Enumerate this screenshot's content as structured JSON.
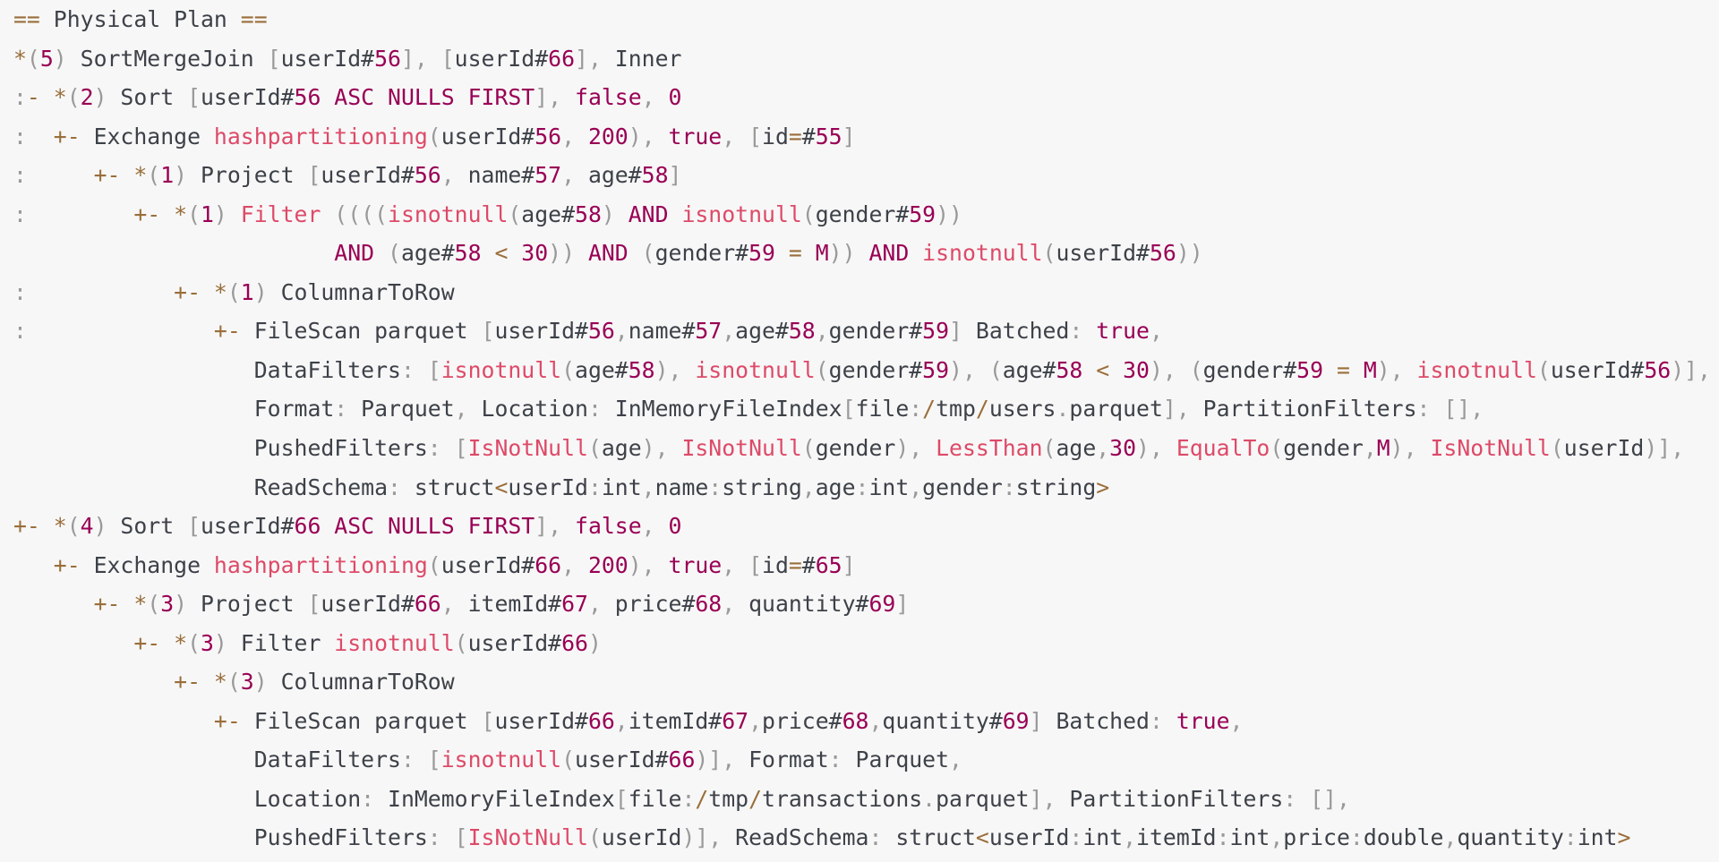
{
  "plan": {
    "lines": [
      "== Physical Plan ==",
      "*(5) SortMergeJoin [userId#56], [userId#66], Inner",
      ":- *(2) Sort [userId#56 ASC NULLS FIRST], false, 0",
      ":  +- Exchange hashpartitioning(userId#56, 200), true, [id=#55]",
      ":     +- *(1) Project [userId#56, name#57, age#58]",
      ":        +- *(1) Filter ((((isnotnull(age#58) AND isnotnull(gender#59))",
      "                        AND (age#58 < 30)) AND (gender#59 = M)) AND isnotnull(userId#56))",
      ":           +- *(1) ColumnarToRow",
      ":              +- FileScan parquet [userId#56,name#57,age#58,gender#59] Batched: true,",
      "                  DataFilters: [isnotnull(age#58), isnotnull(gender#59), (age#58 < 30), (gender#59 = M), isnotnull(userId#56)],",
      "                  Format: Parquet, Location: InMemoryFileIndex[file:/tmp/users.parquet], PartitionFilters: [],",
      "                  PushedFilters: [IsNotNull(age), IsNotNull(gender), LessThan(age,30), EqualTo(gender,M), IsNotNull(userId)],",
      "                  ReadSchema: struct<userId:int,name:string,age:int,gender:string>",
      "+- *(4) Sort [userId#66 ASC NULLS FIRST], false, 0",
      "   +- Exchange hashpartitioning(userId#66, 200), true, [id=#65]",
      "      +- *(3) Project [userId#66, itemId#67, price#68, quantity#69]",
      "         +- *(3) Filter isnotnull(userId#66)",
      "            +- *(3) ColumnarToRow",
      "               +- FileScan parquet [userId#66,itemId#67,price#68,quantity#69] Batched: true,",
      "                  DataFilters: [isnotnull(userId#66)], Format: Parquet,",
      "                  Location: InMemoryFileIndex[file:/tmp/transactions.parquet], PartitionFilters: [],",
      "                  PushedFilters: [IsNotNull(userId)], ReadSchema: struct<userId:int,itemId:int,price:double,quantity:int>"
    ]
  },
  "colors": {
    "background": "#f7f7f7",
    "text": "#3d4148",
    "number_keyword": "#990055",
    "function": "#dd4a68",
    "operator": "#9a6e3a",
    "punctuation": "#999999"
  }
}
